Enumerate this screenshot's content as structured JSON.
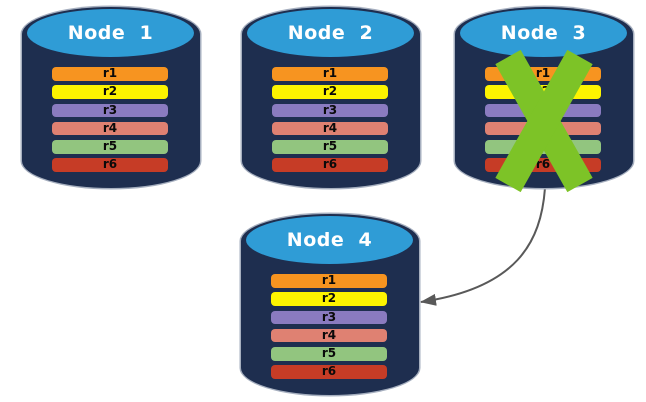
{
  "nodes": [
    {
      "label": "Node  1",
      "failed": false
    },
    {
      "label": "Node  2",
      "failed": false
    },
    {
      "label": "Node  3",
      "failed": true
    },
    {
      "label": "Node  4",
      "failed": false
    }
  ],
  "rows": [
    {
      "label": "r1",
      "color": "#F79420"
    },
    {
      "label": "r2",
      "color": "#FDF400"
    },
    {
      "label": "r3",
      "color": "#8A7BC0"
    },
    {
      "label": "r4",
      "color": "#DF8172"
    },
    {
      "label": "r5",
      "color": "#92C57F"
    },
    {
      "label": "r6",
      "color": "#C63C26"
    }
  ],
  "colors": {
    "cylinder_body": "#1E2E4F",
    "cylinder_top": "#2F9CD6",
    "cylinder_outline": "#A6AFBF",
    "node_label_text": "#FFFFFF",
    "row_text": "#0A0A0A",
    "failure_x": "#7DC327",
    "arrow": "#595959"
  }
}
